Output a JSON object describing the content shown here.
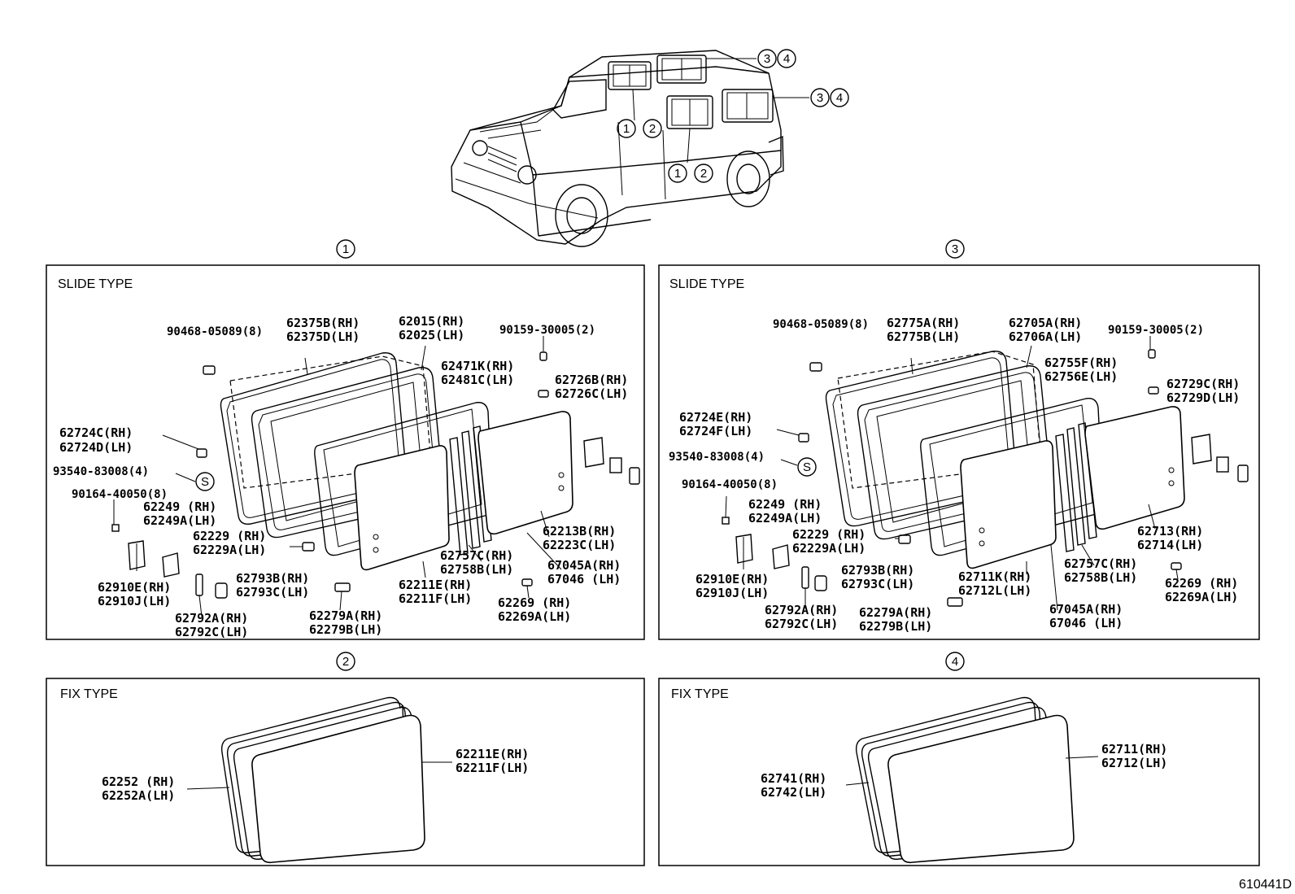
{
  "callouts": {
    "top_1": "1",
    "top_2": "2",
    "top_3": "3",
    "top_4": "4",
    "sec1": "1",
    "sec2": "2",
    "sec3": "3",
    "sec4": "4"
  },
  "panels": {
    "p1_title": "SLIDE TYPE",
    "p2_title": "FIX TYPE",
    "p3_title": "SLIDE TYPE",
    "p4_title": "FIX TYPE"
  },
  "labels_p1": [
    "90468-05089(8)",
    "62375B(RH)",
    "62375D(LH)",
    "62015(RH)",
    "62025(LH)",
    "90159-30005(2)",
    "62471K(RH)",
    "62481C(LH)",
    "62726B(RH)",
    "62726C(LH)",
    "62724C(RH)",
    "62724D(LH)",
    "93540-83008(4)",
    "S",
    "90164-40050(8)",
    "62249 (RH)",
    "62249A(LH)",
    "62229 (RH)",
    "62229A(LH)",
    "62213B(RH)",
    "62223C(LH)",
    "62757C(RH)",
    "62758B(LH)",
    "67045A(RH)",
    "67046  (LH)",
    "62910E(RH)",
    "62910J(LH)",
    "62793B(RH)",
    "62793C(LH)",
    "62211E(RH)",
    "62211F(LH)",
    "62269  (RH)",
    "62269A(LH)",
    "62792A(RH)",
    "62792C(LH)",
    "62279A(RH)",
    "62279B(LH)"
  ],
  "labels_p3": [
    "90468-05089(8)",
    "62775A(RH)",
    "62775B(LH)",
    "62705A(RH)",
    "62706A(LH)",
    "90159-30005(2)",
    "62755F(RH)",
    "62756E(LH)",
    "62729C(RH)",
    "62729D(LH)",
    "62724E(RH)",
    "62724F(LH)",
    "93540-83008(4)",
    "S",
    "90164-40050(8)",
    "62249 (RH)",
    "62249A(LH)",
    "62229 (RH)",
    "62229A(LH)",
    "62713(RH)",
    "62714(LH)",
    "62910E(RH)",
    "62910J(LH)",
    "62793B(RH)",
    "62793C(LH)",
    "62711K(RH)",
    "62712L(LH)",
    "62757C(RH)",
    "62758B(LH)",
    "62269  (RH)",
    "62269A(LH)",
    "62792A(RH)",
    "62792C(LH)",
    "62279A(RH)",
    "62279B(LH)",
    "67045A(RH)",
    "67046  (LH)"
  ],
  "labels_p2": [
    "62252  (RH)",
    "62252A(LH)",
    "62211E(RH)",
    "62211F(LH)"
  ],
  "labels_p4": [
    "62741(RH)",
    "62742(LH)",
    "62711(RH)",
    "62712(LH)"
  ],
  "figure_id": "610441D"
}
